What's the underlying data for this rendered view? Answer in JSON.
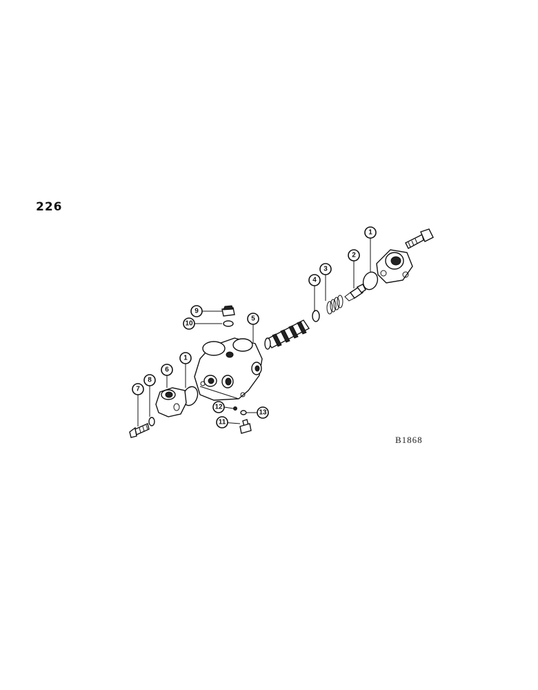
{
  "page_number": "226",
  "figure_code": "B1868",
  "callouts": [
    "1",
    "2",
    "3",
    "4",
    "5",
    "6",
    "7",
    "8",
    "9",
    "10",
    "11",
    "12",
    "13",
    "1"
  ]
}
